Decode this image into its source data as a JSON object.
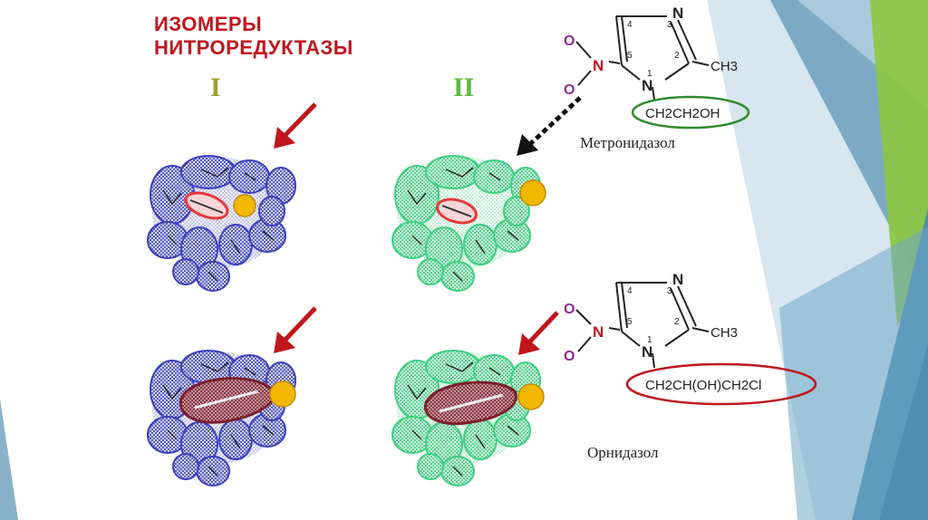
{
  "title": {
    "line1": "ИЗОМЕРЫ",
    "line2": "НИТРОРЕДУКТАЗЫ"
  },
  "isomers": [
    {
      "label": "I",
      "mesh_color": "#3a3fbf",
      "label_color": "#9fa02a"
    },
    {
      "label": "II",
      "mesh_color": "#3ccf7e",
      "label_color": "#5fb93f"
    }
  ],
  "drugs": [
    {
      "name": "Метронидазол",
      "nitro_o": "O",
      "nitro_n": "N",
      "ring_atoms": {
        "n3": "N",
        "n1": "N"
      },
      "ring_numbers": [
        "4",
        "3",
        "5",
        "2",
        "1"
      ],
      "substituent": "CH3",
      "side_chain": "CH2CH2OH",
      "ellipse_color": "#2e8b2e"
    },
    {
      "name": "Орнидазол",
      "nitro_o": "O",
      "nitro_n": "N",
      "ring_atoms": {
        "n3": "N",
        "n1": "N"
      },
      "ring_numbers": [
        "4",
        "3",
        "5",
        "2",
        "1"
      ],
      "substituent": "CH3",
      "side_chain": "CH2CH(OH)CH2Cl",
      "ellipse_color": "#c0161c"
    }
  ],
  "colors": {
    "accent_red": "#c0161c",
    "ligand_red": "#e23a3a",
    "ligand_dark": "#7a1f2b",
    "sphere": "#f2b800",
    "nitro_purple": "#8a2b8f"
  }
}
